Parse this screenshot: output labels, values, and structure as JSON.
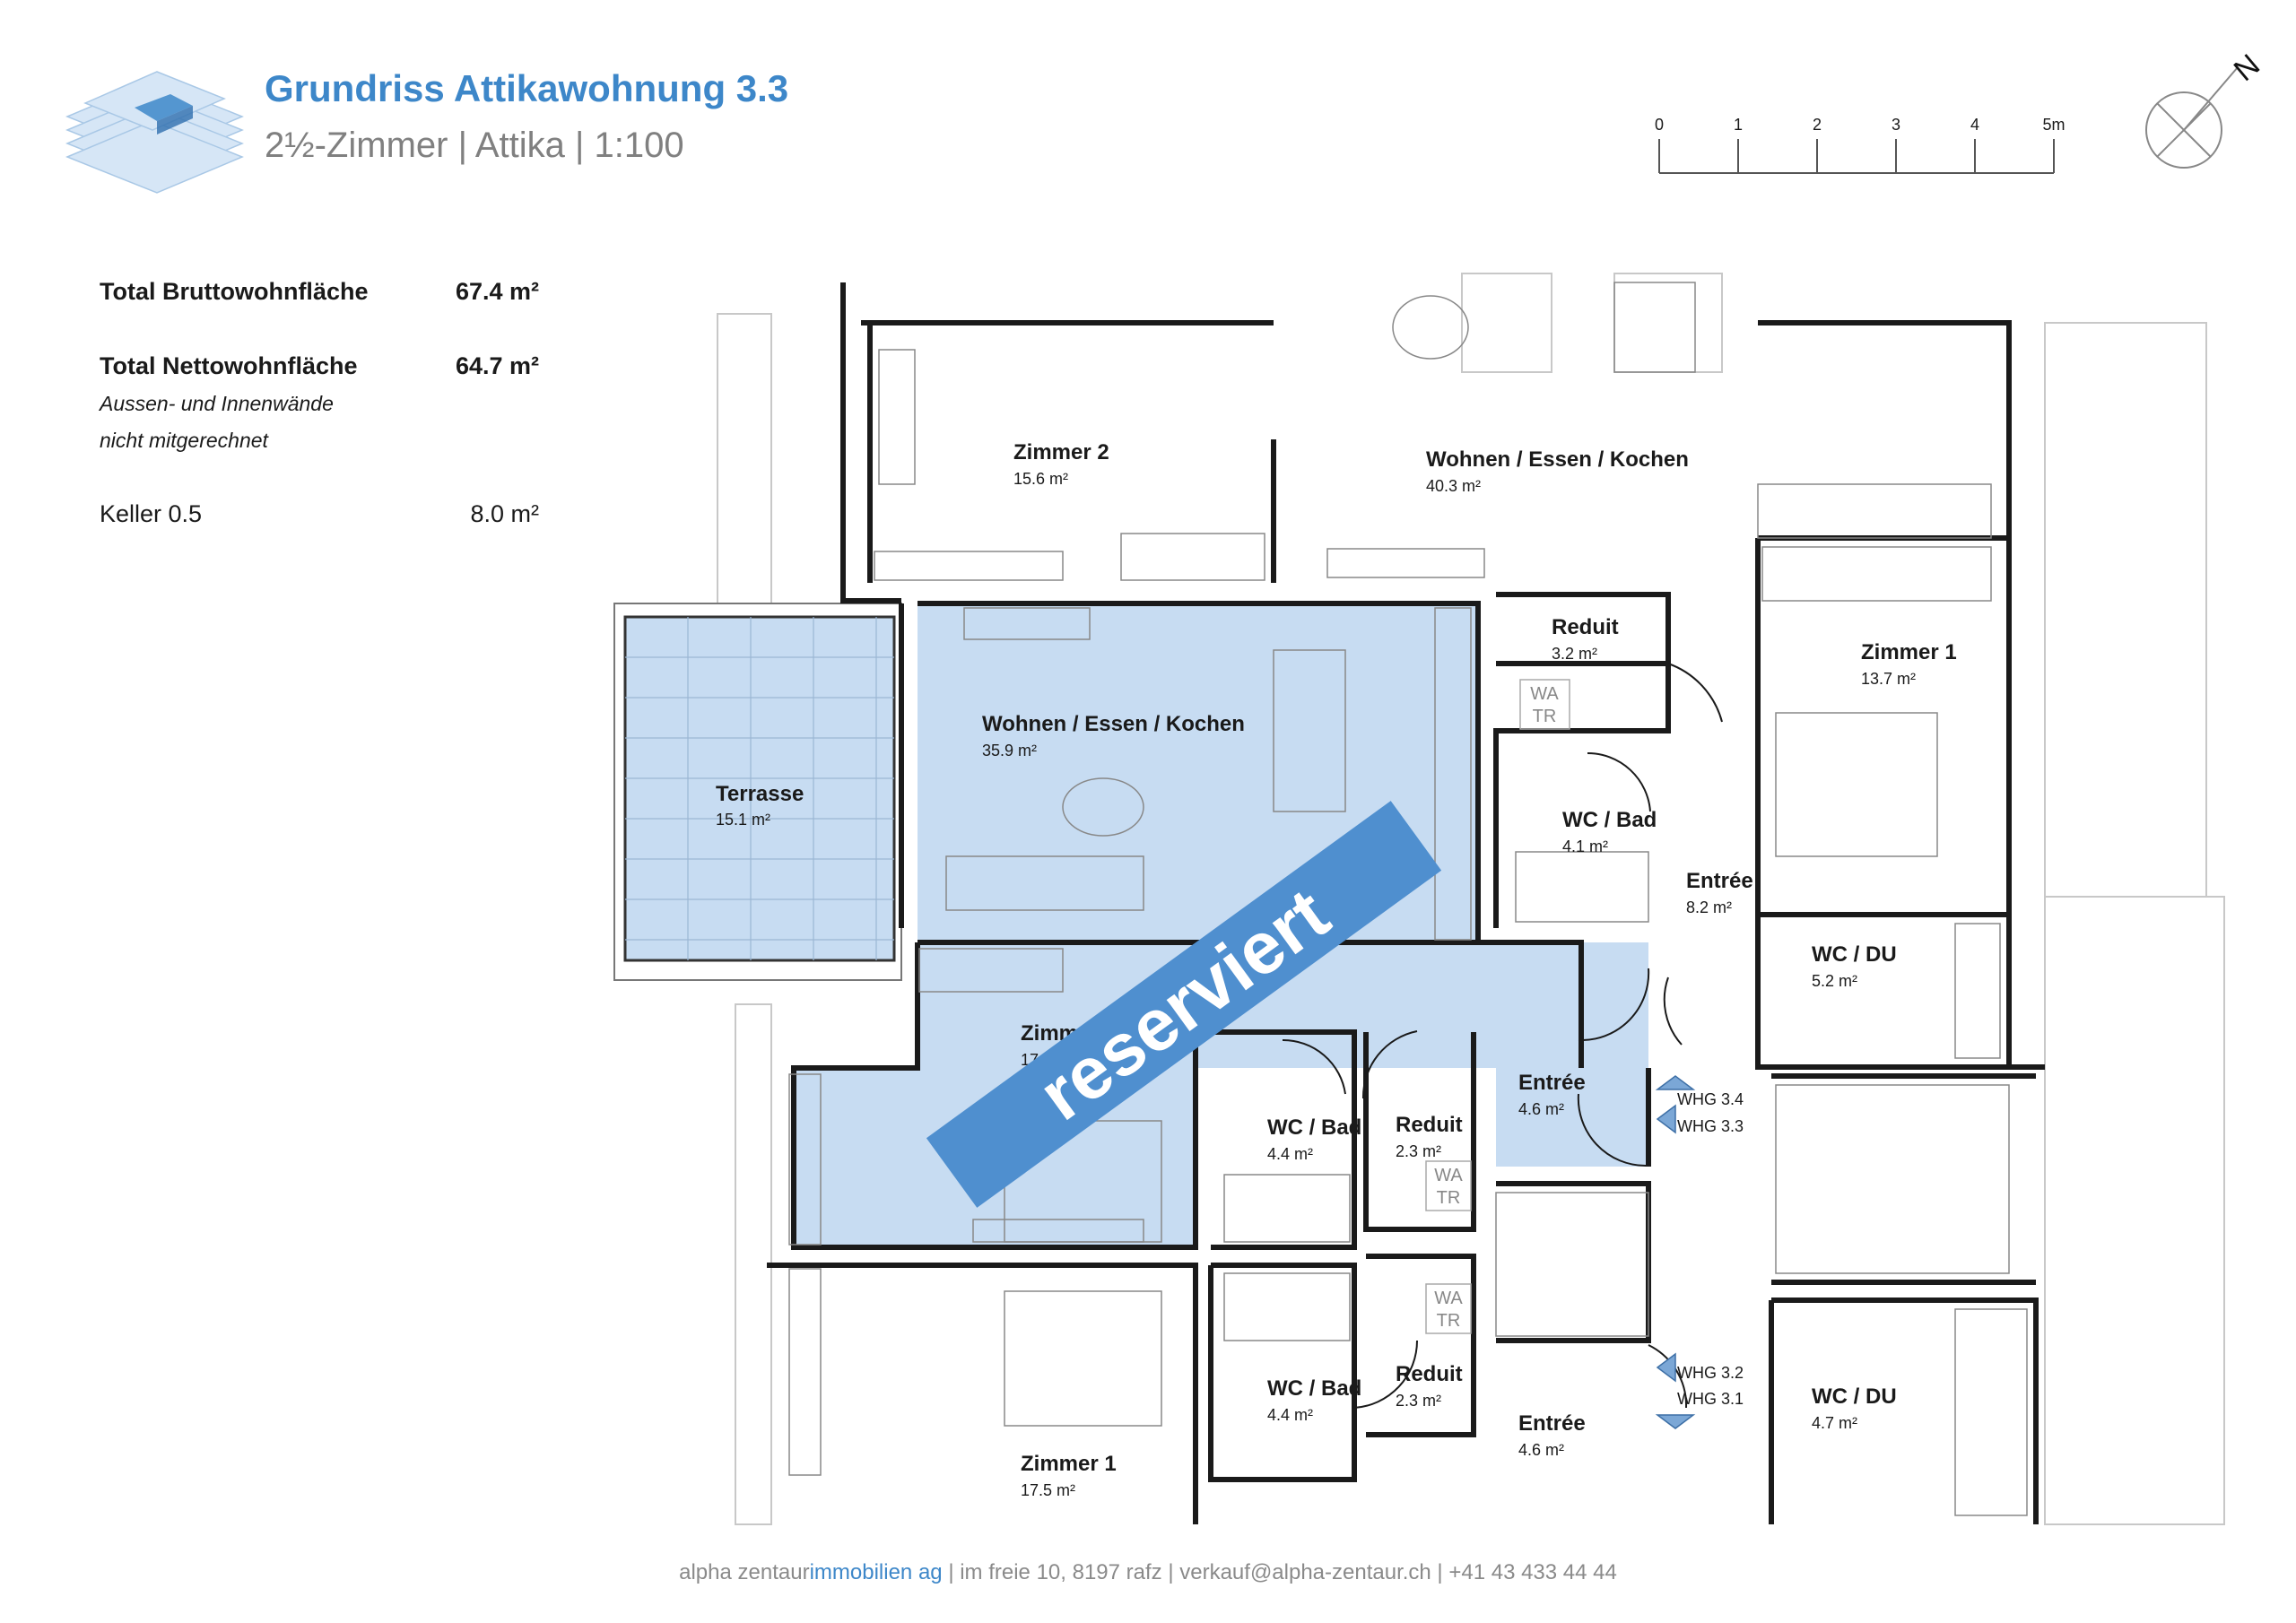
{
  "header": {
    "title": "Grundriss Attikawohnung 3.3",
    "subtitle": "2½-Zimmer | Attika | 1:100"
  },
  "areas": {
    "brutto": {
      "label": "Total Bruttowohnfläche",
      "value": "67.4 m²"
    },
    "netto": {
      "label": "Total Nettowohnfläche",
      "value": "64.7 m²"
    },
    "note_line1": "Aussen- und Innenwände",
    "note_line2": "nicht mitgerechnet",
    "keller": {
      "label": "Keller 0.5",
      "value": "8.0 m²"
    }
  },
  "scale_bar": {
    "ticks": [
      "0",
      "1",
      "2",
      "3",
      "4",
      "5m"
    ]
  },
  "north_label": "N",
  "stamp": "reserviert",
  "rooms": {
    "zimmer2": {
      "name": "Zimmer 2",
      "area": "15.6 m²"
    },
    "wohnen_top": {
      "name": "Wohnen / Essen / Kochen",
      "area": "40.3 m²"
    },
    "reduit_top": {
      "name": "Reduit",
      "area": "3.2 m²"
    },
    "zimmer1_right": {
      "name": "Zimmer 1",
      "area": "13.7 m²"
    },
    "wohnen_main": {
      "name": "Wohnen / Essen / Kochen",
      "area": "35.9 m²"
    },
    "terrasse": {
      "name": "Terrasse",
      "area": "15.1 m²"
    },
    "wc_bad_top": {
      "name": "WC / Bad",
      "area": "4.1 m²"
    },
    "entree_right": {
      "name": "Entrée",
      "area": "8.2 m²"
    },
    "wc_du_right": {
      "name": "WC / DU",
      "area": "5.2 m²"
    },
    "zimmer1_main": {
      "name": "Zimmer 1",
      "area": "17.5 m²"
    },
    "wc_bad_mid": {
      "name": "WC / Bad",
      "area": "4.4 m²"
    },
    "reduit_mid": {
      "name": "Reduit",
      "area": "2.3 m²"
    },
    "entree_mid": {
      "name": "Entrée",
      "area": "4.6 m²"
    },
    "wc_bad_low": {
      "name": "WC / Bad",
      "area": "4.4 m²"
    },
    "reduit_low": {
      "name": "Reduit",
      "area": "2.3 m²"
    },
    "entree_low": {
      "name": "Entrée",
      "area": "4.6 m²"
    },
    "wc_du_low": {
      "name": "WC / DU",
      "area": "4.7 m²"
    },
    "zimmer1_low": {
      "name": "Zimmer 1",
      "area": "17.5 m²"
    }
  },
  "unit_markers": {
    "whg34": "WHG 3.4",
    "whg33": "WHG 3.3",
    "whg32": "WHG 3.2",
    "whg31": "WHG 3.1"
  },
  "wa_tr": {
    "wa": "WA",
    "tr": "TR"
  },
  "footer": {
    "company": "alpha zentaur",
    "brand": "immobilien ag",
    "rest": " | im freie 10, 8197 rafz | verkauf@alpha-zentaur.ch | +41 43 433 44 44"
  },
  "colors": {
    "accent": "#3d87c9",
    "highlight": "#c7dcf2",
    "stamp": "#4f8fcf"
  }
}
